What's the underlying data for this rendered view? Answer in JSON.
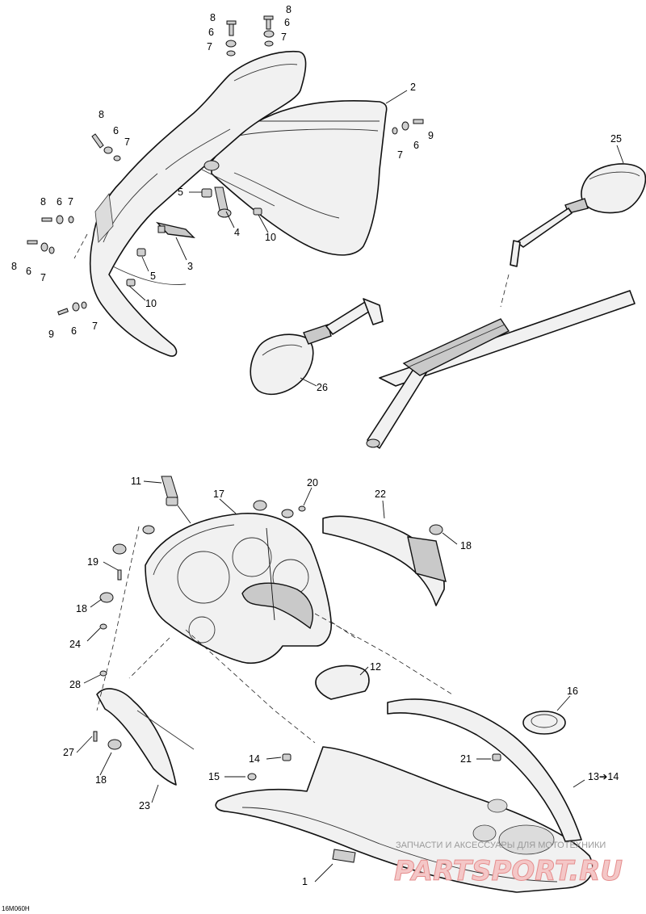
{
  "diagram": {
    "figure_code": "16M060H",
    "callouts": {
      "c1": "1",
      "c2": "2",
      "c3": "3",
      "c4": "4",
      "c5a": "5",
      "c5b": "5",
      "c6a": "6",
      "c6b": "6",
      "c6c": "6",
      "c6d": "6",
      "c6e": "6",
      "c6f": "6",
      "c6g": "6",
      "c7a": "7",
      "c7b": "7",
      "c7c": "7",
      "c7d": "7",
      "c7e": "7",
      "c7f": "7",
      "c7g": "7",
      "c8a": "8",
      "c8b": "8",
      "c8c": "8",
      "c8d": "8",
      "c8e": "8",
      "c9a": "9",
      "c9b": "9",
      "c10a": "10",
      "c10b": "10",
      "c11": "11",
      "c12": "12",
      "c13": "13➔14",
      "c14": "14",
      "c15": "15",
      "c16": "16",
      "c17": "17",
      "c18a": "18",
      "c18b": "18",
      "c18c": "18",
      "c19": "19",
      "c20": "20",
      "c21": "21",
      "c22": "22",
      "c23": "23",
      "c24": "24",
      "c25": "25",
      "c26": "26",
      "c27": "27",
      "c28": "28"
    }
  },
  "watermark": {
    "caption": "ЗАПЧАСТИ И АКСЕССУАРЫ ДЛЯ МОТОТЕХНИКИ",
    "logo": "PARTSPORT.RU"
  }
}
